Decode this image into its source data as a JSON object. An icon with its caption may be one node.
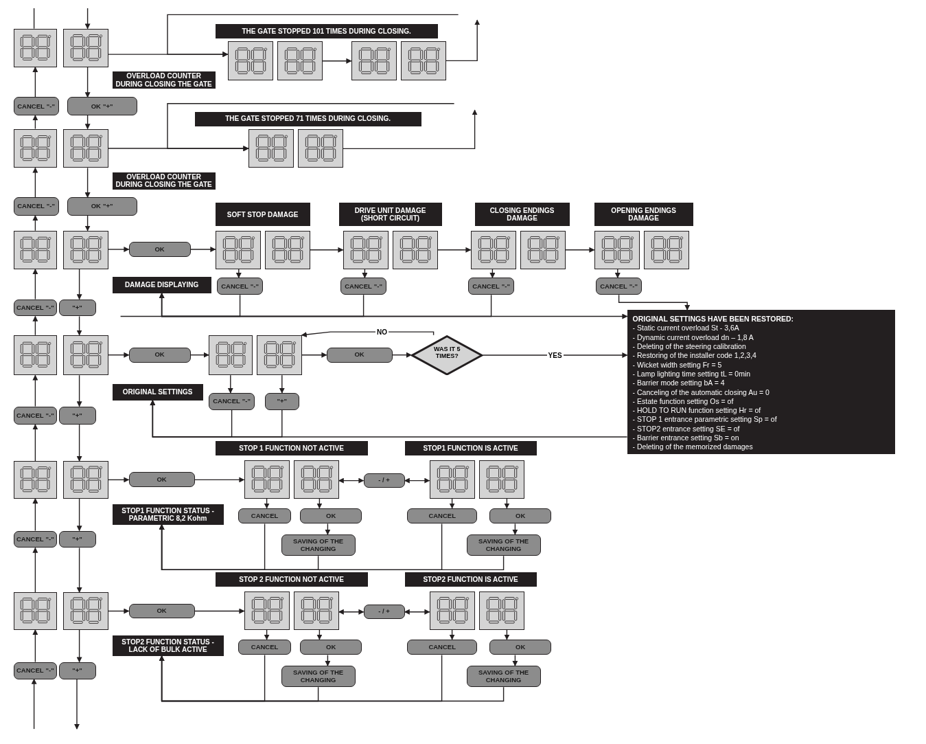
{
  "diagram": {
    "nodes": [
      {
        "text": [],
        "shape": "box"
      },
      {
        "text": [],
        "shape": "box"
      },
      {
        "text": [
          "OVERLOAD COUNTER DURING CLOSING THE GATE"
        ]
      },
      {
        "text": [
          "CANCEL",
          "\"-\""
        ]
      },
      {
        "text": [
          "OK",
          "\"+\""
        ]
      },
      {
        "text": [
          "THE GATE STOPPED 101 TIMES DURING CLOSING."
        ]
      },
      {
        "text": [],
        "shape": "box"
      },
      {
        "text": [],
        "shape": "box"
      },
      {
        "text": [],
        "shape": "box"
      },
      {
        "text": [],
        "shape": "box"
      },
      {
        "text": [],
        "shape": "box"
      },
      {
        "text": [],
        "shape": "box"
      },
      {
        "text": [
          "OVERLOAD COUNTER DURING CLOSING THE GATE"
        ]
      },
      {
        "text": [
          "CANCEL",
          "\"-\""
        ]
      },
      {
        "text": [
          "OK",
          "\"+\""
        ]
      },
      {
        "text": [
          "THE GATE STOPPED 71 TIMES DURING CLOSING."
        ]
      },
      {
        "text": [],
        "shape": "box"
      },
      {
        "text": [],
        "shape": "box"
      },
      {
        "text": [],
        "shape": "box"
      },
      {
        "text": [],
        "shape": "box"
      },
      {
        "text": [
          "DAMAGE DISPLAYING"
        ]
      },
      {
        "text": [
          "CANCEL",
          "\"-\""
        ]
      },
      {
        "text": [
          "\"+\""
        ]
      },
      {
        "text": [
          "OK"
        ]
      },
      {
        "text": [
          "SOFT STOP DAMAGE"
        ]
      },
      {
        "text": [],
        "shape": "box"
      },
      {
        "text": [],
        "shape": "box"
      },
      {
        "text": [
          "CANCEL",
          "\"-\""
        ]
      },
      {
        "text": [
          "DRIVE UNIT DAMAGE (SHORT CIRCUIT)"
        ]
      },
      {
        "text": [],
        "shape": "box"
      },
      {
        "text": [],
        "shape": "box"
      },
      {
        "text": [
          "CANCEL",
          "\"-\""
        ]
      },
      {
        "text": [
          "CLOSING ENDINGS DAMAGE"
        ]
      },
      {
        "text": [],
        "shape": "box"
      },
      {
        "text": [],
        "shape": "box"
      },
      {
        "text": [
          "CANCEL",
          "\"-\""
        ]
      },
      {
        "text": [
          "OPENING ENDINGS DAMAGE"
        ]
      },
      {
        "text": [],
        "shape": "box"
      },
      {
        "text": [],
        "shape": "box"
      },
      {
        "text": [
          "CANCEL",
          "\"-\""
        ]
      },
      {
        "text": [],
        "shape": "box"
      },
      {
        "text": [],
        "shape": "box"
      },
      {
        "text": [
          "ORIGINAL SETTINGS"
        ]
      },
      {
        "text": [
          "CANCEL",
          "\"-\""
        ]
      },
      {
        "text": [
          "\"+\""
        ]
      },
      {
        "text": [
          "OK"
        ]
      },
      {
        "text": [],
        "shape": "box"
      },
      {
        "text": [],
        "shape": "box"
      },
      {
        "text": [
          "CANCEL",
          "\"-\""
        ]
      },
      {
        "text": [
          "\"+\""
        ]
      },
      {
        "text": [
          "OK"
        ]
      },
      {
        "text": [
          "WAS IT 5 TIMES?"
        ]
      },
      {
        "text": [
          "ORIGINAL SETTINGS HAVE BEEN RESTORED:",
          "- Static current overload St - 3,6A",
          "- Dynamic current overload dn – 1,8 A",
          "- Deleting of the steering calibration",
          "- Restoring of the installer code 1,2,3,4",
          "- Wicket width setting Fr = 5",
          "- Lamp lighting time setting tL = 0min",
          "- Barrier mode setting bA = 4",
          "- Canceling of the automatic closing Au = 0",
          "- Estate function setting Os = of",
          "- HOLD TO RUN function setting Hr = of",
          "- STOP 1 entrance parametric setting Sp = of",
          "- STOP2 entrance setting SE = of",
          "- Barrier entrance setting Sb = on",
          "- Deleting of the memorized damages"
        ]
      },
      {
        "text": [],
        "shape": "box"
      },
      {
        "text": [],
        "shape": "box"
      },
      {
        "text": [
          "STOP1 FUNCTION STATUS - PARAMETRIC 8,2 Kohm"
        ]
      },
      {
        "text": [
          "CANCEL",
          "\"-\""
        ]
      },
      {
        "text": [
          "\"+\""
        ]
      },
      {
        "text": [
          "OK"
        ]
      },
      {
        "text": [
          "STOP 1 FUNCTION NOT ACTIVE"
        ]
      },
      {
        "text": [],
        "shape": "box"
      },
      {
        "text": [],
        "shape": "box"
      },
      {
        "text": [
          "CANCEL"
        ]
      },
      {
        "text": [
          "OK"
        ]
      },
      {
        "text": [
          "SAVING OF THE CHANGING"
        ]
      },
      {
        "text": [
          "- / +"
        ]
      },
      {
        "text": [
          "STOP1 FUNCTION IS ACTIVE"
        ]
      },
      {
        "text": [],
        "shape": "box"
      },
      {
        "text": [],
        "shape": "box"
      },
      {
        "text": [
          "CANCEL"
        ]
      },
      {
        "text": [
          "OK"
        ]
      },
      {
        "text": [
          "SAVING OF THE CHANGING"
        ]
      },
      {
        "text": [],
        "shape": "box"
      },
      {
        "text": [],
        "shape": "box"
      },
      {
        "text": [
          "STOP2 FUNCTION STATUS - LACK OF BULK ACTIVE"
        ]
      },
      {
        "text": [
          "CANCEL",
          "\"-\""
        ]
      },
      {
        "text": [
          "\"+\""
        ]
      },
      {
        "text": [
          "OK"
        ]
      },
      {
        "text": [
          "STOP 2 FUNCTION NOT ACTIVE"
        ]
      },
      {
        "text": [],
        "shape": "box"
      },
      {
        "text": [],
        "shape": "box"
      },
      {
        "text": [
          "CANCEL"
        ]
      },
      {
        "text": [
          "OK"
        ]
      },
      {
        "text": [
          "SAVING OF THE CHANGING"
        ]
      },
      {
        "text": [
          "- / +"
        ]
      },
      {
        "text": [
          "STOP2 FUNCTION IS ACTIVE"
        ]
      },
      {
        "text": [],
        "shape": "box"
      },
      {
        "text": [],
        "shape": "box"
      },
      {
        "text": [
          "CANCEL"
        ]
      },
      {
        "text": [
          "OK"
        ]
      },
      {
        "text": [
          "SAVING OF THE CHANGING"
        ]
      }
    ],
    "edges": [
      {
        "from": null,
        "to": 1,
        "arrow": "to"
      },
      {
        "from": 1,
        "to": 4,
        "arrow": "to"
      },
      {
        "from": 4,
        "to": 11,
        "arrow": "to"
      },
      {
        "from": 11,
        "to": 14,
        "arrow": "to"
      },
      {
        "from": 14,
        "to": 19,
        "arrow": "to"
      },
      {
        "from": 19,
        "to": 22,
        "arrow": "to"
      },
      {
        "from": 22,
        "to": 41,
        "arrow": "to"
      },
      {
        "from": 41,
        "to": 44,
        "arrow": "to"
      },
      {
        "from": 44,
        "to": 54,
        "arrow": "to"
      },
      {
        "from": 54,
        "to": 57,
        "arrow": "to"
      },
      {
        "from": 57,
        "to": 73,
        "arrow": "to"
      },
      {
        "from": 73,
        "to": 76,
        "arrow": "to"
      },
      {
        "from": 76,
        "to": null,
        "arrow": "to"
      },
      {
        "from": null,
        "to": 75,
        "arrow": "to"
      },
      {
        "from": 75,
        "to": 72,
        "arrow": "to"
      },
      {
        "from": 72,
        "to": 56,
        "arrow": "to"
      },
      {
        "from": 56,
        "to": 53,
        "arrow": "to"
      },
      {
        "from": 53,
        "to": 43,
        "arrow": "to"
      },
      {
        "from": 43,
        "to": 40,
        "arrow": "to"
      },
      {
        "from": 40,
        "to": 21,
        "arrow": "to"
      },
      {
        "from": 21,
        "to": 18,
        "arrow": "to"
      },
      {
        "from": 18,
        "to": 13,
        "arrow": "to"
      },
      {
        "from": 13,
        "to": 10,
        "arrow": "to"
      },
      {
        "from": 10,
        "to": 3,
        "arrow": "to"
      },
      {
        "from": 3,
        "to": 0,
        "arrow": "to"
      },
      {
        "from": 0,
        "to": null,
        "arrow": "none"
      },
      {
        "from": 1,
        "to": 6,
        "arrow": "to"
      },
      {
        "from": 7,
        "to": 8,
        "arrow": "to"
      },
      {
        "from": 9,
        "to": null,
        "arrow": "to"
      },
      {
        "from": null,
        "to": 6,
        "arrow": "to"
      },
      {
        "from": 11,
        "to": 16,
        "arrow": "to"
      },
      {
        "from": 17,
        "to": null,
        "arrow": "to"
      },
      {
        "from": null,
        "to": 16,
        "arrow": "to"
      },
      {
        "from": 19,
        "to": 23,
        "arrow": "to"
      },
      {
        "from": 23,
        "to": 25,
        "arrow": "to"
      },
      {
        "from": 25,
        "to": 27,
        "arrow": "to"
      },
      {
        "from": 27,
        "to": 20,
        "arrow": "to"
      },
      {
        "from": 26,
        "to": 29,
        "arrow": "to"
      },
      {
        "from": 29,
        "to": 31,
        "arrow": "to"
      },
      {
        "from": 31,
        "to": 20,
        "arrow": "to"
      },
      {
        "from": 30,
        "to": 33,
        "arrow": "to"
      },
      {
        "from": 33,
        "to": 35,
        "arrow": "to"
      },
      {
        "from": 35,
        "to": 20,
        "arrow": "to"
      },
      {
        "from": 34,
        "to": 37,
        "arrow": "to"
      },
      {
        "from": 37,
        "to": 39,
        "arrow": "to"
      },
      {
        "from": 39,
        "to": 52,
        "arrow": "to"
      },
      {
        "from": null,
        "to": 52,
        "arrow": "to"
      },
      {
        "from": 41,
        "to": 45,
        "arrow": "to"
      },
      {
        "from": 45,
        "to": 46,
        "arrow": "to"
      },
      {
        "from": 46,
        "to": 48,
        "arrow": "to"
      },
      {
        "from": 48,
        "to": 42,
        "arrow": "to"
      },
      {
        "from": 47,
        "to": 49,
        "arrow": "to"
      },
      {
        "from": 49,
        "to": 42,
        "arrow": "to"
      },
      {
        "from": 47,
        "to": 50,
        "arrow": "to"
      },
      {
        "from": 50,
        "to": 51,
        "arrow": "to"
      },
      {
        "from": 51,
        "to": 52,
        "arrow": "to",
        "label": "YES"
      },
      {
        "from": 51,
        "to": 47,
        "arrow": "to",
        "label": "NO"
      },
      {
        "from": 52,
        "to": 42,
        "arrow": "to"
      },
      {
        "from": 54,
        "to": 58,
        "arrow": "to"
      },
      {
        "from": 58,
        "to": 60,
        "arrow": "to"
      },
      {
        "from": 60,
        "to": 62,
        "arrow": "to"
      },
      {
        "from": 62,
        "to": 55,
        "arrow": "to"
      },
      {
        "from": 61,
        "to": 63,
        "arrow": "to"
      },
      {
        "from": 63,
        "to": 64,
        "arrow": "to"
      },
      {
        "from": 64,
        "to": 55,
        "arrow": "to"
      },
      {
        "from": 61,
        "to": 65,
        "arrow": "both"
      },
      {
        "from": 65,
        "to": 67,
        "arrow": "both"
      },
      {
        "from": 67,
        "to": 69,
        "arrow": "to"
      },
      {
        "from": 69,
        "to": 55,
        "arrow": "to"
      },
      {
        "from": 68,
        "to": 70,
        "arrow": "to"
      },
      {
        "from": 70,
        "to": 71,
        "arrow": "to"
      },
      {
        "from": 71,
        "to": 55,
        "arrow": "to"
      },
      {
        "from": 73,
        "to": 77,
        "arrow": "to"
      },
      {
        "from": 77,
        "to": 79,
        "arrow": "to"
      },
      {
        "from": 79,
        "to": 81,
        "arrow": "to"
      },
      {
        "from": 81,
        "to": 74,
        "arrow": "to"
      },
      {
        "from": 80,
        "to": 82,
        "arrow": "to"
      },
      {
        "from": 82,
        "to": 83,
        "arrow": "to"
      },
      {
        "from": 83,
        "to": 74,
        "arrow": "to"
      },
      {
        "from": 80,
        "to": 84,
        "arrow": "both"
      },
      {
        "from": 84,
        "to": 86,
        "arrow": "both"
      },
      {
        "from": 86,
        "to": 88,
        "arrow": "to"
      },
      {
        "from": 88,
        "to": 74,
        "arrow": "to"
      },
      {
        "from": 87,
        "to": 89,
        "arrow": "to"
      },
      {
        "from": 89,
        "to": 90,
        "arrow": "to"
      },
      {
        "from": 90,
        "to": 74,
        "arrow": "to"
      }
    ]
  }
}
